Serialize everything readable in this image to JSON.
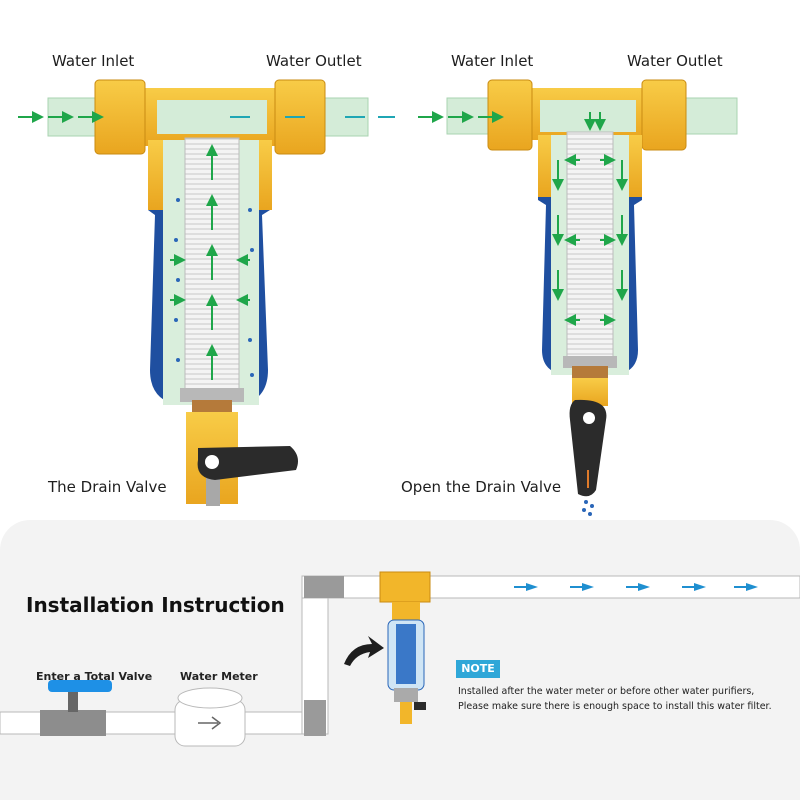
{
  "diagram_left": {
    "inlet_label": "Water Inlet",
    "outlet_label": "Water Outlet",
    "valve_label": "The Drain Valve"
  },
  "diagram_right": {
    "inlet_label": "Water Inlet",
    "outlet_label": "Water Outlet",
    "valve_label": "Open the Drain Valve"
  },
  "installation": {
    "title": "Installation Instruction",
    "total_valve_label": "Enter a Total Valve",
    "water_meter_label": "Water Meter",
    "note_badge": "NOTE",
    "note_line1": "Installed after the water meter or before other water purifiers,",
    "note_line2": "Please make sure there is enough space to install this water filter."
  },
  "colors": {
    "brass": "#f2b62a",
    "bowl_blue": "#1f4fa0",
    "inner_green": "#d9eedc",
    "flow_arrow": "#1fa64a",
    "pipe_flow_arrow": "#1f8fd0",
    "handle": "#2b2b2b",
    "note_blue": "#2fa7d8",
    "valve_blue": "#1e90e6"
  }
}
